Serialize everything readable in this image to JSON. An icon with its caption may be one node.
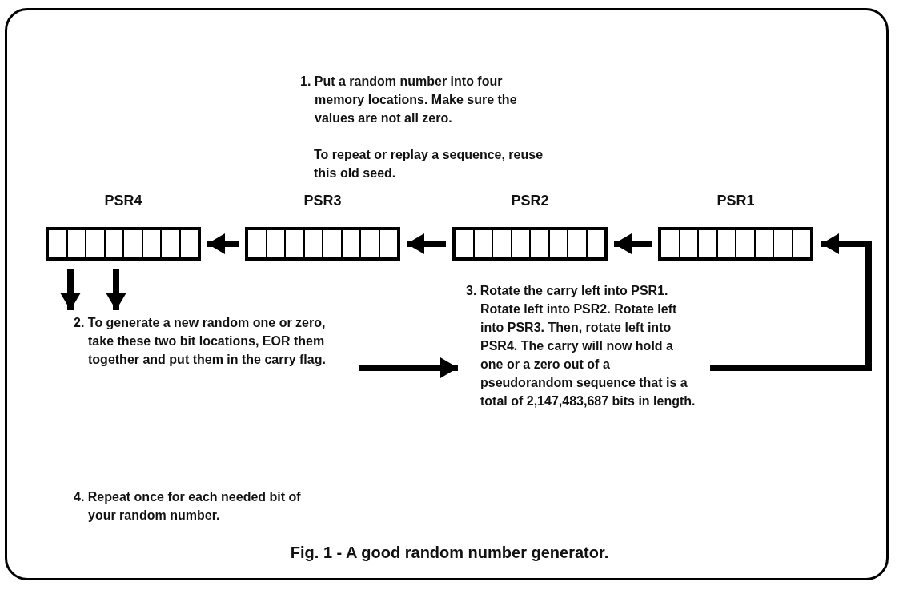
{
  "diagram": {
    "caption": "Fig. 1 - A good random number generator.",
    "nodes": [
      {
        "text": [
          "PSR4"
        ]
      },
      {
        "text": [
          "PSR3"
        ]
      },
      {
        "text": [
          "PSR2"
        ]
      },
      {
        "text": [
          "PSR1"
        ]
      },
      {
        "text": [
          "2. To generate a new random one or zero, take these two bit locations, EOR them together and put them in the carry flag."
        ]
      },
      {
        "text": [
          "3. Rotate the carry left into PSR1. Rotate left into PSR2. Rotate left into PSR3. Then, rotate left into PSR4. The carry will now hold a one or a zero out of a pseudorandom sequence that is a total of 2,147,483,687 bits in length."
        ]
      }
    ],
    "edges": [
      {
        "from": 1,
        "to": 0,
        "arrow": "to"
      },
      {
        "from": 2,
        "to": 1,
        "arrow": "to"
      },
      {
        "from": 3,
        "to": 2,
        "arrow": "to"
      },
      {
        "from": 0,
        "to": 4,
        "arrow": "to"
      },
      {
        "from": 0,
        "to": 4,
        "arrow": "to"
      },
      {
        "from": 4,
        "to": 5,
        "arrow": "to"
      },
      {
        "from": 5,
        "to": 3,
        "arrow": "to"
      }
    ],
    "labels": [
      "1. Put a random number into four memory locations. Make sure the values are not all zero.",
      "To repeat or replay a sequence, reuse this old seed.",
      "4. Repeat once for each needed bit of your random number."
    ]
  }
}
